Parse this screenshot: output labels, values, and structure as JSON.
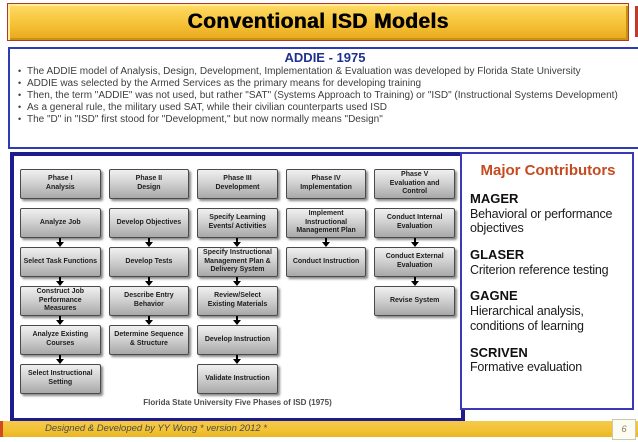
{
  "title": "Conventional ISD Models",
  "addie": {
    "heading": "ADDIE - 1975",
    "bullets": [
      "The ADDIE model of Analysis, Design, Development, Implementation & Evaluation was developed by Florida State University",
      "ADDIE was selected by the Armed Services as the primary means for developing training",
      "Then, the term \"ADDIE\" was not used, but rather \"SAT\" (Systems Approach to Training) or \"ISD\" (Instructional Systems Development)",
      "As a general rule, the military used SAT, while their civilian counterparts used ISD",
      "The \"D\" in \"ISD\" first stood for \"Development,\" but now normally means \"Design\""
    ]
  },
  "diagram": {
    "caption": "Florida State University Five Phases of ISD (1975)",
    "columns": [
      {
        "phase": "Phase I Analysis",
        "boxes": [
          {
            "label": "Phase I\nAnalysis",
            "arrow": false
          },
          {
            "label": "Analyze Job",
            "arrow": false
          },
          {
            "label": "Select Task Functions",
            "arrow": true
          },
          {
            "label": "Construct Job Performance Measures",
            "arrow": true
          },
          {
            "label": "Analyze Existing Courses",
            "arrow": true
          },
          {
            "label": "Select Instructional Setting",
            "arrow": true
          }
        ]
      },
      {
        "phase": "Phase II Design",
        "boxes": [
          {
            "label": "Phase II\nDesign",
            "arrow": false
          },
          {
            "label": "Develop Objectives",
            "arrow": false
          },
          {
            "label": "Develop Tests",
            "arrow": true
          },
          {
            "label": "Describe Entry Behavior",
            "arrow": true
          },
          {
            "label": "Determine Sequence & Structure",
            "arrow": true
          }
        ]
      },
      {
        "phase": "Phase III Development",
        "boxes": [
          {
            "label": "Phase III\nDevelopment",
            "arrow": false
          },
          {
            "label": "Specify Learning Events/ Activities",
            "arrow": false
          },
          {
            "label": "Specify Instructional Management Plan & Delivery System",
            "arrow": true
          },
          {
            "label": "Review/Select Existing Materials",
            "arrow": true
          },
          {
            "label": "Develop Instruction",
            "arrow": true
          },
          {
            "label": "Validate Instruction",
            "arrow": true
          }
        ]
      },
      {
        "phase": "Phase IV Implementation",
        "boxes": [
          {
            "label": "Phase IV\nImplementation",
            "arrow": false
          },
          {
            "label": "Implement Instructional Management Plan",
            "arrow": false
          },
          {
            "label": "Conduct Instruction",
            "arrow": true
          }
        ]
      },
      {
        "phase": "Phase V Evaluation and Control",
        "boxes": [
          {
            "label": "Phase V\nEvaluation and Control",
            "arrow": false
          },
          {
            "label": "Conduct Internal Evaluation",
            "arrow": false
          },
          {
            "label": "Conduct External Evaluation",
            "arrow": true
          },
          {
            "label": "Revise System",
            "arrow": true
          }
        ]
      }
    ]
  },
  "contributors": {
    "heading": "Major Contributors",
    "entries": [
      {
        "name": "MAGER",
        "desc": "Behavioral or performance objectives"
      },
      {
        "name": "GLASER",
        "desc": "Criterion reference testing"
      },
      {
        "name": "GAGNE",
        "desc": "Hierarchical analysis, conditions of learning"
      },
      {
        "name": "SCRIVEN",
        "desc": "Formative evaluation"
      }
    ]
  },
  "footer": {
    "credit": "Designed & Developed by YY Wong * version 2012 *",
    "page": "6"
  },
  "colors": {
    "gold": "#F2C233",
    "navy": "#1C1C8F",
    "blue": "#2E3CB4",
    "accent-red": "#C54A1F"
  }
}
